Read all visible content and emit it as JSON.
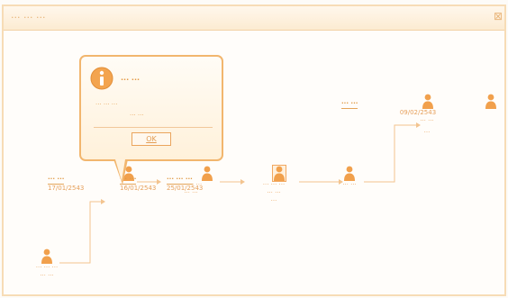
{
  "window": {
    "title": "··· ··· ···",
    "close_glyph": "⊠"
  },
  "dialog": {
    "title": "··· ···",
    "line1": "··· ··· ···",
    "line2": "··· ···",
    "ok_label": "OK"
  },
  "nodes": [
    {
      "id": "bottom-left",
      "top_label": "",
      "date": "",
      "name": [
        "··· ··· ···",
        "··· ···"
      ]
    },
    {
      "id": "n1",
      "top_label": "··· ···",
      "date": "17/01/2543",
      "name": [
        "··· ···"
      ]
    },
    {
      "id": "n2",
      "top_label": "··· ···",
      "date": "16/01/2543",
      "name": [
        "··· ··· ···",
        "··· ···"
      ]
    },
    {
      "id": "n3",
      "top_label": "··· ··· ···",
      "date": "25/01/2543",
      "name": [
        "··· ··· ···",
        "··· ···",
        "···"
      ]
    },
    {
      "id": "n4",
      "top_label": "",
      "date": "",
      "name": [
        "··· ···"
      ]
    },
    {
      "id": "n5",
      "top_label": "··· ···",
      "date": "09/02/2543",
      "name": [
        "··· ···",
        "···"
      ]
    },
    {
      "id": "n6",
      "top_label": "",
      "date": "",
      "name": []
    }
  ],
  "colors": {
    "accent": "#f0a14b",
    "border": "#f7dcb6",
    "link": "#f3c48f"
  },
  "icons": {
    "person": "person-icon",
    "info": "info-icon"
  }
}
